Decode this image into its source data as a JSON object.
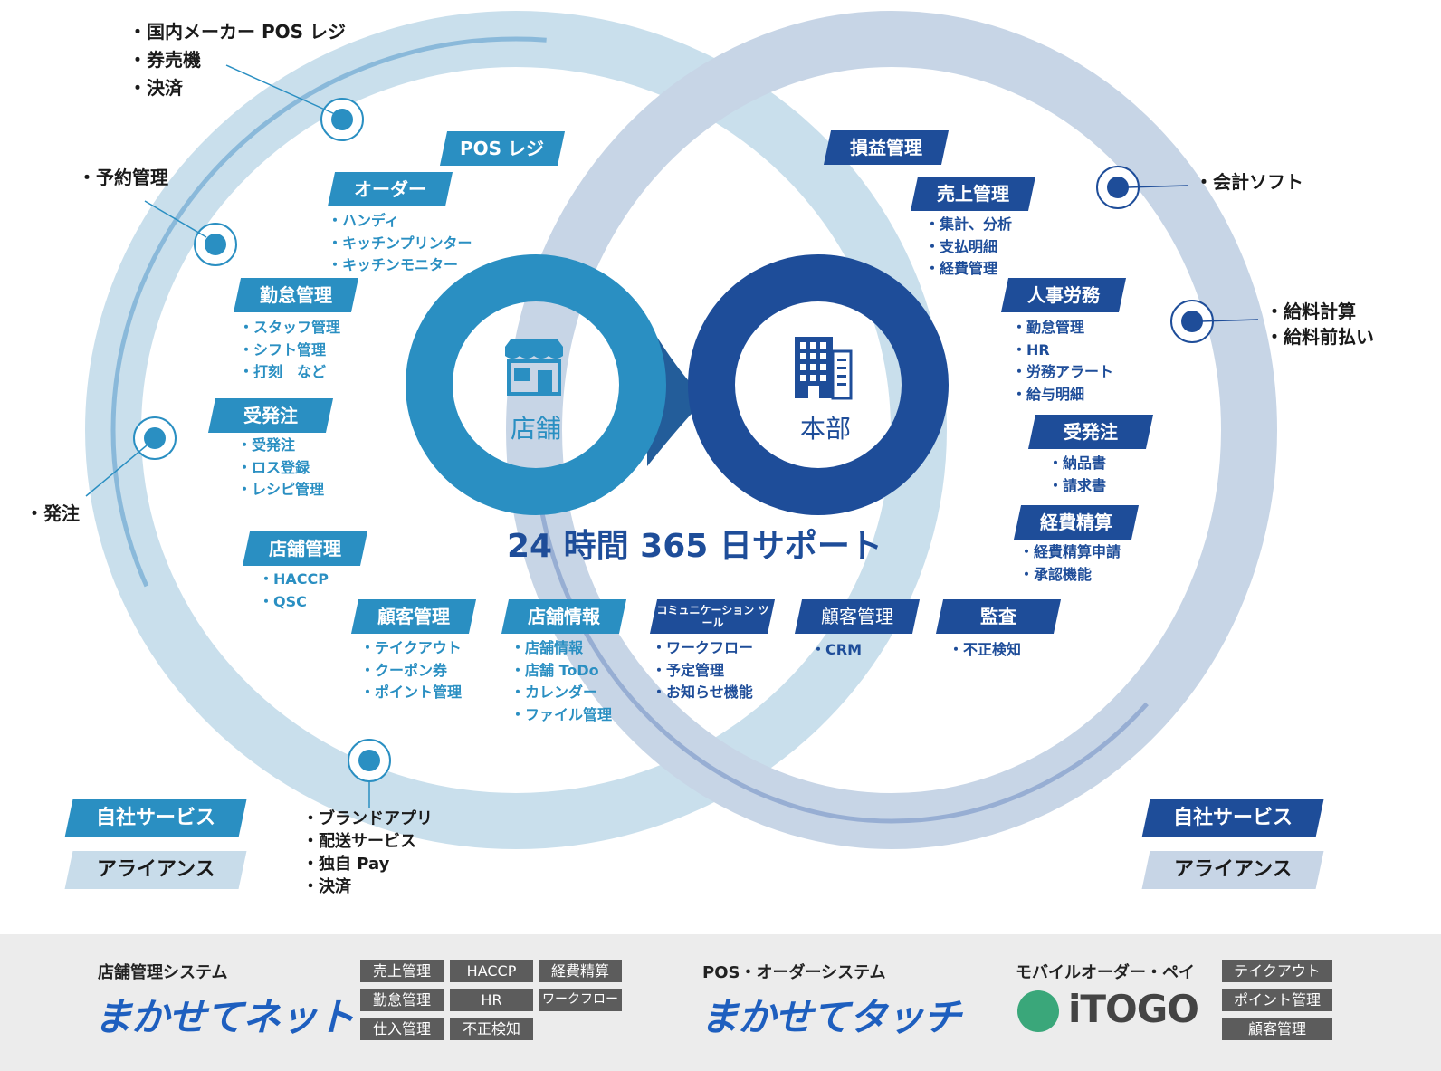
{
  "colors": {
    "store": "#2a8fc2",
    "hq": "#1e4d99",
    "ring_light": "#c7dceb",
    "ring_mid": "#5f8fc4",
    "footer_bg": "#ececec"
  },
  "center": {
    "store_label": "店舗",
    "hq_label": "本部",
    "support": "24 時間 365 日サポート",
    "store_icon": "storefront-icon",
    "hq_icon": "office-building-icon"
  },
  "store_tags": [
    {
      "title": "POS レジ",
      "items": []
    },
    {
      "title": "オーダー",
      "items": [
        "ハンディ",
        "キッチンプリンター",
        "キッチンモニター"
      ]
    },
    {
      "title": "勤怠管理",
      "items": [
        "スタッフ管理",
        "シフト管理",
        "打刻　など"
      ]
    },
    {
      "title": "受発注",
      "items": [
        "受発注",
        "ロス登録",
        "レシピ管理"
      ]
    },
    {
      "title": "店舗管理",
      "items": [
        "HACCP",
        "QSC"
      ]
    },
    {
      "title": "顧客管理",
      "items": [
        "テイクアウト",
        "クーポン券",
        "ポイント管理"
      ]
    },
    {
      "title": "店舗情報",
      "items": [
        "店舗情報",
        "店舗 ToDo",
        "カレンダー",
        "ファイル管理"
      ]
    }
  ],
  "hq_tags": [
    {
      "title": "損益管理",
      "items": []
    },
    {
      "title": "売上管理",
      "items": [
        "集計、分析",
        "支払明細",
        "経費管理"
      ]
    },
    {
      "title": "人事労務",
      "items": [
        "勤怠管理",
        "HR",
        "労務アラート",
        "給与明細"
      ]
    },
    {
      "title": "受発注",
      "items": [
        "納品書",
        "請求書"
      ]
    },
    {
      "title": "経費精算",
      "items": [
        "経費精算申請",
        "承認機能"
      ]
    },
    {
      "title": "コミュニケーション ツール",
      "items": [
        "ワークフロー",
        "予定管理",
        "お知らせ機能"
      ]
    },
    {
      "title": "顧客管理",
      "items": [
        "CRM"
      ]
    },
    {
      "title": "監査",
      "items": [
        "不正検知"
      ]
    }
  ],
  "outer_labels": {
    "top_left": [
      "国内メーカー POS レジ",
      "券売機",
      "決済"
    ],
    "reservation": [
      "予約管理"
    ],
    "order": [
      "発注"
    ],
    "bottom": [
      "ブランドアプリ",
      "配送サービス",
      "独自 Pay",
      "決済"
    ],
    "accounting": [
      "会計ソフト"
    ],
    "payroll": [
      "給料計算",
      "給料前払い"
    ]
  },
  "legend": {
    "own": "自社サービス",
    "alliance": "アライアンス"
  },
  "footer": {
    "p1": {
      "title": "店舗管理システム",
      "brand": "まかせてネット",
      "chips": [
        "売上管理",
        "HACCP",
        "経費精算",
        "勤怠管理",
        "HR",
        "ワークフロー",
        "仕入管理",
        "不正検知"
      ]
    },
    "p2": {
      "title": "POS・オーダーシステム",
      "brand": "まかせてタッチ"
    },
    "p3": {
      "title": "モバイルオーダー・ペイ",
      "brand": "iTOGO",
      "chips": [
        "テイクアウト",
        "ポイント管理",
        "顧客管理"
      ]
    }
  }
}
